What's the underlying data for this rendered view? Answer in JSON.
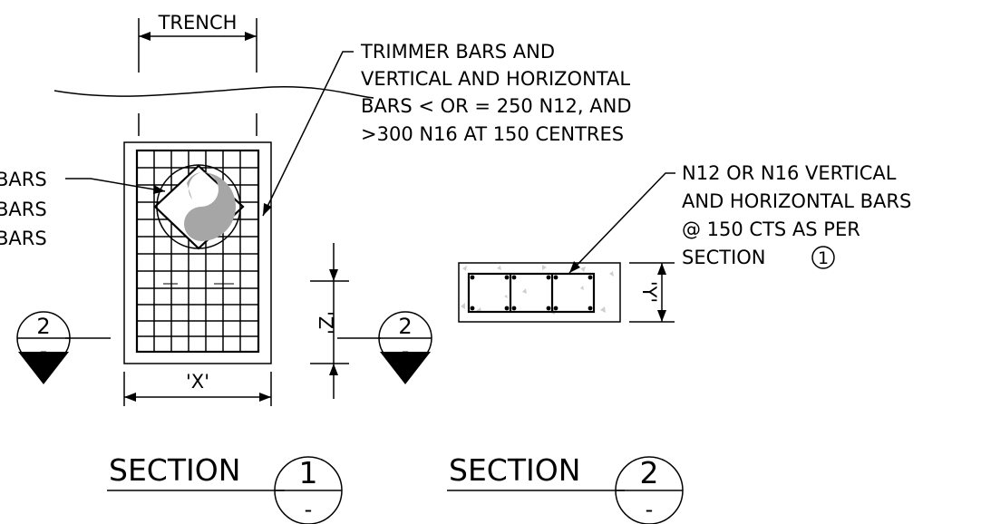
{
  "labels": {
    "trench": "TRENCH",
    "trimmer_note": [
      "TRIMMER BARS AND",
      "VERTICAL AND HORIZONTAL",
      "BARS < OR = 250 N12, AND",
      ">300 N16 AT 150 CENTRES"
    ],
    "left_note": [
      "BARS",
      "BARS",
      "BARS"
    ],
    "section2_note": [
      "N12 OR N16 VERTICAL",
      "AND HORIZONTAL BARS",
      "@ 150 CTS AS PER",
      "SECTION"
    ],
    "dim_x": "'X'",
    "dim_y": "'Y'",
    "dim_z": "'Z'"
  },
  "section_marker_left": {
    "number": "2",
    "sheet": "-"
  },
  "section_marker_right": {
    "number": "2",
    "sheet": "-"
  },
  "section_ref": {
    "number": "1"
  },
  "titles": [
    {
      "word": "SECTION",
      "number": "1",
      "sheet": "-"
    },
    {
      "word": "SECTION",
      "number": "2",
      "sheet": "-"
    }
  ],
  "colors": {
    "ink": "#000000",
    "logo_grey": "#a6a6a6",
    "concrete_grey": "#cfcfcf"
  }
}
